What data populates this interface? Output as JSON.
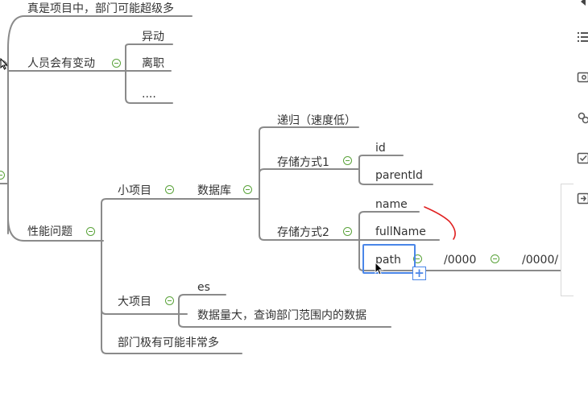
{
  "mindmap": {
    "top_partial": "真是项目中，部门可能超级多",
    "staff_change": "人员会有变动",
    "transfer": "异动",
    "resign": "离职",
    "ellipsis": "....",
    "performance": "性能问题",
    "small_project": "小项目",
    "database": "数据库",
    "recursion": "递归（速度低）",
    "storage1": "存储方式1",
    "id": "id",
    "parent_id": "parentId",
    "storage2": "存储方式2",
    "name": "name",
    "full_name": "fullName",
    "path": "path",
    "path_example1": "/0000",
    "path_example2": "/0000/",
    "large_project": "大项目",
    "es": "es",
    "large_data": "数据量大，查询部门范围内的数据",
    "many_departments": "部门极有可能非常多"
  },
  "toolbar_icons": [
    "back-icon",
    "list-icon",
    "image-icon",
    "link-icon",
    "task-icon",
    "export-icon"
  ],
  "colors": {
    "line": "#808080",
    "toggle": "#5aa33a",
    "selection": "#4a86e8",
    "annotation": "#e02020"
  }
}
